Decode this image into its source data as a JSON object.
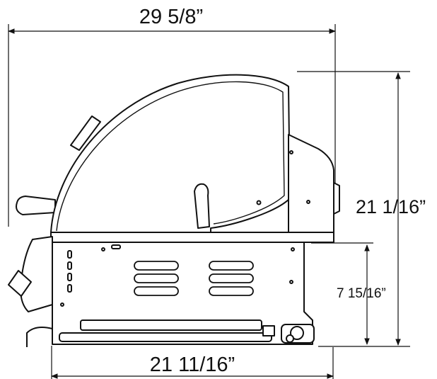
{
  "dimensions": {
    "width_top": "29 5/8”",
    "height_right": "21 1/16”",
    "cart_height": "7 15/16”",
    "width_bottom": "21 11/16”"
  },
  "colors": {
    "line": "#111111",
    "background": "#ffffff"
  }
}
